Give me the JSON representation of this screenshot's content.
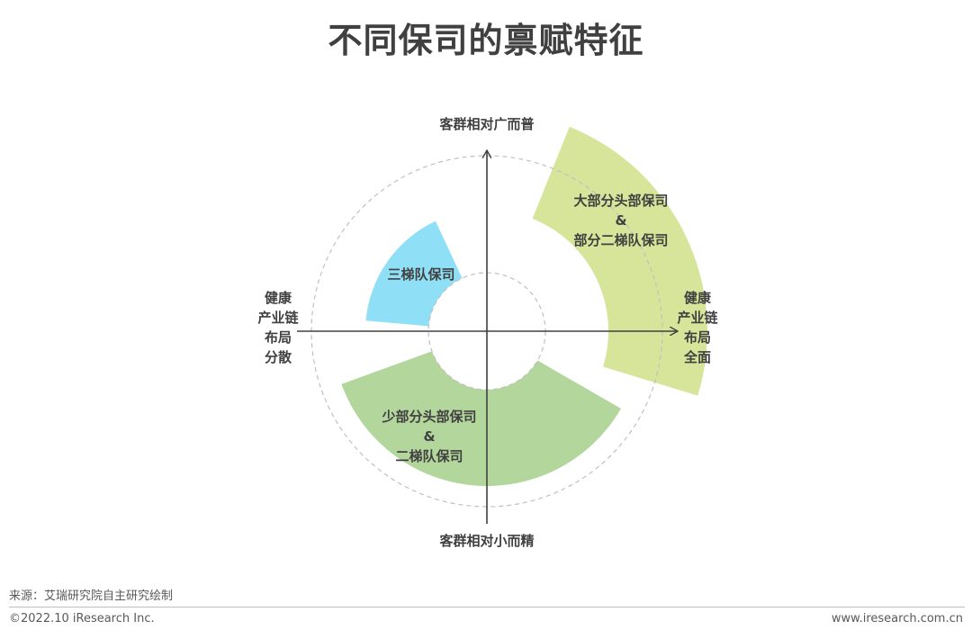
{
  "title": "不同保司的禀赋特征",
  "axes": {
    "top": "客群相对广而普",
    "bottom": "客群相对小而精",
    "left": [
      "健康",
      "产业链",
      "布局",
      "分散"
    ],
    "right": [
      "健康",
      "产业链",
      "布局",
      "全面"
    ]
  },
  "segments": [
    {
      "id": "green-right",
      "lines": [
        "大部分头部保司",
        "&",
        "部分二梯队保司"
      ],
      "color": "#d6e59a"
    },
    {
      "id": "blue-left",
      "lines": [
        "三梯队保司"
      ],
      "color": "#8fe0f6"
    },
    {
      "id": "green-bottom",
      "lines": [
        "少部分头部保司",
        "&",
        "二梯队保司"
      ],
      "color": "#b3d69c"
    }
  ],
  "colors": {
    "axis": "#404040",
    "guide_circle": "#c0c0c0",
    "label_text": "#404040"
  },
  "footer": {
    "source": "来源：艾瑞研究院自主研究绘制",
    "copyright": "©2022.10 iResearch Inc.",
    "url": "www.iresearch.com.cn"
  }
}
